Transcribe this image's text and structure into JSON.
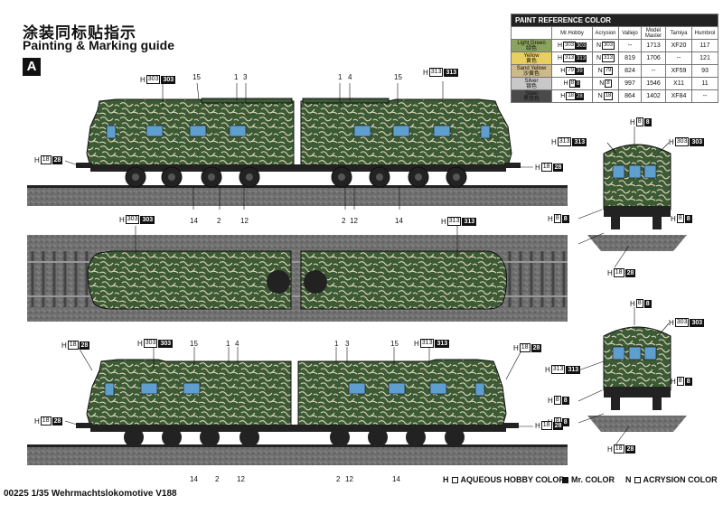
{
  "header": {
    "title_cn": "涂装同标贴指示",
    "title_en": "Painting & Marking guide",
    "section": "A"
  },
  "table": {
    "title": "PAINT  REFERENCE COLOR",
    "columns": [
      "Mr.Hobby",
      "Acrysion",
      "Vallejo",
      "Model Master",
      "Tamiya",
      "Humbrol"
    ],
    "rows": [
      {
        "name": "Light Green",
        "cn": "绿色",
        "swatch": "#8aa35e",
        "h": "303",
        "m": "303",
        "n": "303",
        "vallejo": "--",
        "mm": "1713",
        "tamiya": "XF20",
        "humbrol": "117"
      },
      {
        "name": "Yellow",
        "cn": "黄色",
        "swatch": "#e8d060",
        "h": "313",
        "m": "313",
        "n": "313",
        "vallejo": "819",
        "mm": "1706",
        "tamiya": "--",
        "humbrol": "121"
      },
      {
        "name": "Sand Yellow",
        "cn": "沙黄色",
        "swatch": "#cdb98a",
        "h": "79",
        "m": "39",
        "n": "79",
        "vallejo": "824",
        "mm": "--",
        "tamiya": "XF59",
        "humbrol": "93"
      },
      {
        "name": "Silver",
        "cn": "银色",
        "swatch": "#c8c8c8",
        "h": "8",
        "m": "8",
        "n": "8",
        "vallejo": "997",
        "mm": "1546",
        "tamiya": "X11",
        "humbrol": "11"
      },
      {
        "name": "Steel",
        "cn": "黑铁色",
        "swatch": "#4a4a4a",
        "h": "18",
        "m": "28",
        "n": "18",
        "vallejo": "864",
        "mm": "1402",
        "tamiya": "XF84",
        "humbrol": "--"
      }
    ]
  },
  "legend": {
    "aqueous": "AQUEOUS HOBBY COLOR",
    "mr": "Mr. COLOR",
    "acrysion": "ACRYSION COLOR"
  },
  "footer": "00225 1/35 Wehrmachtslokomotive V188",
  "callouts": {
    "h303_303": {
      "h": "H",
      "a": "303",
      "b": "303"
    },
    "h313_313": {
      "h": "H",
      "a": "313",
      "b": "313"
    },
    "h18_28": {
      "h": "H",
      "a": "18",
      "b": "28"
    },
    "h8_8": {
      "h": "H",
      "a": "8",
      "b": "8"
    }
  },
  "numbers": {
    "n1": "1",
    "n2": "2",
    "n3": "3",
    "n4": "4",
    "n12": "12",
    "n14": "14",
    "n15": "15"
  },
  "colors": {
    "camo_dark": "#3d5a36",
    "camo_light": "#dcd9b8",
    "window": "#5f9fd0",
    "ground": "#6a6a6a"
  }
}
